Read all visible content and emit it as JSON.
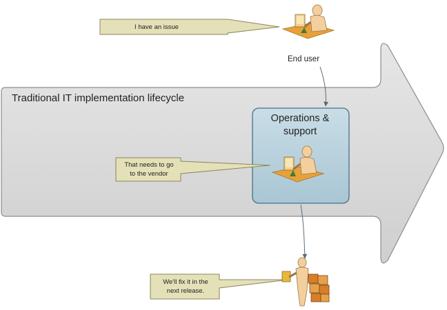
{
  "diagram": {
    "title": "Traditional IT implementation lifecycle",
    "end_user_label": "End user",
    "ops_label_line1": "Operations &",
    "ops_label_line2": "support",
    "callouts": {
      "issue": "I have an issue",
      "vendor_line1": "That needs to go",
      "vendor_line2": "to the vendor",
      "release_line1": "We'll fix it in the",
      "release_line2": "next release."
    },
    "colors": {
      "arrow_fill": "#d9d9d9",
      "arrow_stroke": "#8c8c8c",
      "ops_box_fill": "#b9d3de",
      "ops_box_stroke": "#4a6f86",
      "callout_fill": "#e4e0b8",
      "callout_stroke": "#8a865c",
      "figure_skin": "#f2cf9c",
      "figure_accent": "#e8a13a"
    },
    "icons": [
      "end-user-at-desk-icon",
      "support-agent-at-desk-icon",
      "vendor-with-boxes-icon"
    ]
  }
}
